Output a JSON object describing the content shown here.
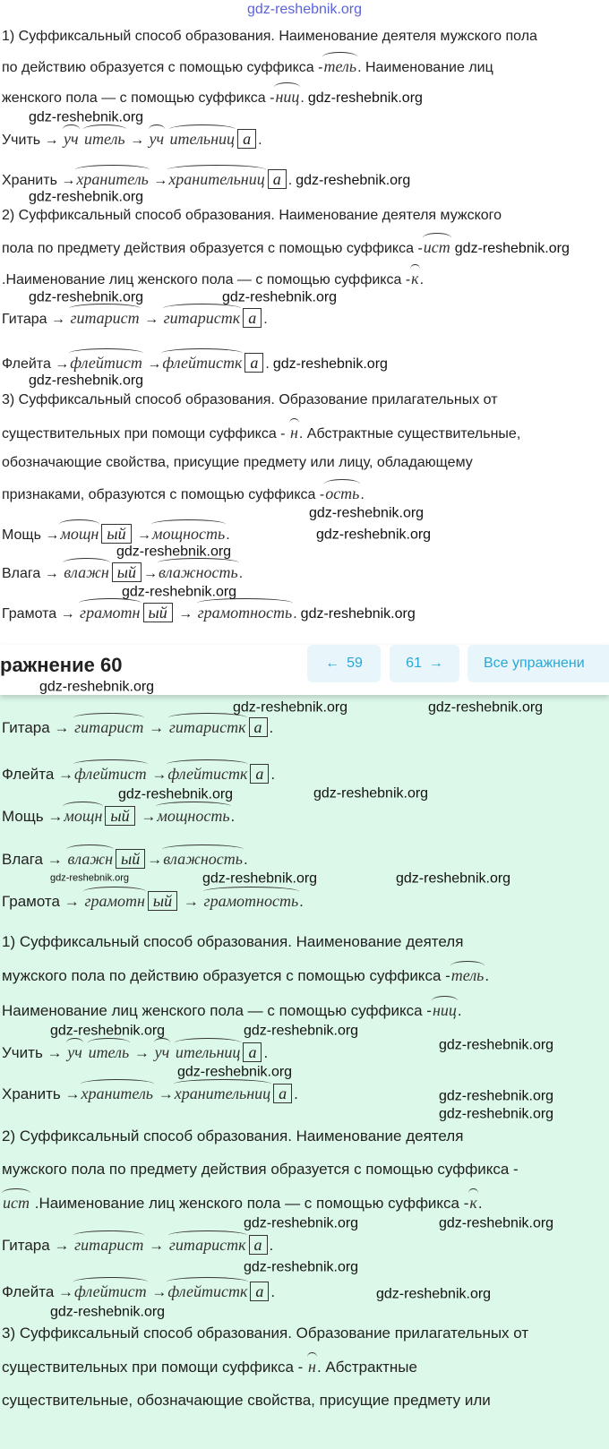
{
  "watermark": "gdz-reshebnik.org",
  "header": {
    "title": "ражнение 60",
    "prev": {
      "icon": "arrow-left-icon",
      "glyph": "←",
      "label": "59"
    },
    "next": {
      "icon": "arrow-right-icon",
      "glyph": "→",
      "label": "61"
    },
    "all_label": "Все упражнени"
  },
  "colors": {
    "accent": "#2aa7d8",
    "button_bg": "#e8f6fb",
    "green_bg": "#dcf8e9",
    "logo": "#5b63d8"
  },
  "top": {
    "lines": [
      [
        {
          "t": "1) Суффиксальный способ образования. Наименование деятеля мужского пола"
        }
      ],
      [
        {
          "t": "по действию образуется с помощью суффикса -"
        },
        {
          "s": "тель"
        },
        {
          "t": ". Наименование лиц"
        }
      ],
      [
        {
          "t": "женского пола — с помощью суффикса -"
        },
        {
          "s": "ниц"
        },
        {
          "t": "."
        }
      ],
      [
        {
          "t": "Учить → "
        },
        {
          "s": "уч"
        },
        {
          "t": " "
        },
        {
          "s": "итель"
        },
        {
          "t": " → "
        },
        {
          "s": "уч"
        },
        {
          "t": " "
        },
        {
          "s": "ительниц"
        },
        {
          "b": "а"
        },
        {
          "t": "."
        }
      ],
      [
        {
          "t": "Хранить →"
        },
        {
          "s": "хранитель"
        },
        {
          "t": " →"
        },
        {
          "s": "хранительниц"
        },
        {
          "b": "а"
        },
        {
          "t": "."
        }
      ],
      [
        {
          "t": "2) Суффиксальный способ образования. Наименование деятеля мужского"
        }
      ],
      [
        {
          "t": "пола по предмету действия образуется с помощью суффикса -"
        },
        {
          "s": "ист"
        }
      ],
      [
        {
          "t": ".Наименование лиц женского пола — с помощью суффикса -"
        },
        {
          "s": "к"
        },
        {
          "t": "."
        }
      ],
      [
        {
          "t": "Гитара → "
        },
        {
          "s": "гитарист"
        },
        {
          "t": " → "
        },
        {
          "s": "гитаристк"
        },
        {
          "b": "а"
        },
        {
          "t": "."
        }
      ],
      [
        {
          "t": "Флейта →"
        },
        {
          "s": "флейтист"
        },
        {
          "t": " →"
        },
        {
          "s": "флейтистк"
        },
        {
          "b": "а"
        },
        {
          "t": "."
        }
      ],
      [
        {
          "t": "3) Суффиксальный способ образования. Образование прилагательных от"
        }
      ],
      [
        {
          "t": "существительных при помощи суффикса - "
        },
        {
          "s": "н"
        },
        {
          "t": ". Абстрактные существительные,"
        }
      ],
      [
        {
          "t": "обозначающие свойства, присущие предмету или лицу, обладающему"
        }
      ],
      [
        {
          "t": "признаками, образуются с помощью суффикса -"
        },
        {
          "s": "ость"
        },
        {
          "t": "."
        }
      ],
      [
        {
          "t": "Мощь →"
        },
        {
          "s": "мощн"
        },
        {
          "b": "ый"
        },
        {
          "t": " →"
        },
        {
          "s": "мощность"
        },
        {
          "t": "."
        }
      ],
      [
        {
          "t": "Влага → "
        },
        {
          "s": "влажн"
        },
        {
          "b": "ый"
        },
        {
          "t": "→"
        },
        {
          "s": "влажность"
        },
        {
          "t": "."
        }
      ],
      [
        {
          "t": "Грамота → "
        },
        {
          "s": "грамотн"
        },
        {
          "b": "ый"
        },
        {
          "t": " → "
        },
        {
          "s": "грамотность"
        },
        {
          "t": "."
        }
      ]
    ]
  },
  "bottom": {
    "lines": [
      [
        {
          "t": "Гитара → "
        },
        {
          "s": "гитарист"
        },
        {
          "t": " → "
        },
        {
          "s": "гитаристк"
        },
        {
          "b": "а"
        },
        {
          "t": "."
        }
      ],
      [
        {
          "t": "Флейта →"
        },
        {
          "s": "флейтист"
        },
        {
          "t": " →"
        },
        {
          "s": "флейтистк"
        },
        {
          "b": "а"
        },
        {
          "t": "."
        }
      ],
      [
        {
          "t": "Мощь →"
        },
        {
          "s": "мощн"
        },
        {
          "b": "ый"
        },
        {
          "t": " →"
        },
        {
          "s": "мощность"
        },
        {
          "t": "."
        }
      ],
      [
        {
          "t": "Влага → "
        },
        {
          "s": "влажн"
        },
        {
          "b": "ый"
        },
        {
          "t": "→"
        },
        {
          "s": "влажность"
        },
        {
          "t": "."
        }
      ],
      [
        {
          "t": "Грамота → "
        },
        {
          "s": "грамотн"
        },
        {
          "b": "ый"
        },
        {
          "t": " → "
        },
        {
          "s": "грамотность"
        },
        {
          "t": "."
        }
      ],
      [
        {
          "t": "1) Суффиксальный способ образования. Наименование деятеля"
        }
      ],
      [
        {
          "t": "мужского пола по действию образуется с помощью суффикса -"
        },
        {
          "s": "тель"
        },
        {
          "t": "."
        }
      ],
      [
        {
          "t": "Наименование лиц женского пола — с помощью суффикса -"
        },
        {
          "s": "ниц"
        },
        {
          "t": "."
        }
      ],
      [
        {
          "t": "Учить → "
        },
        {
          "s": "уч"
        },
        {
          "t": " "
        },
        {
          "s": "итель"
        },
        {
          "t": " → "
        },
        {
          "s": "уч"
        },
        {
          "t": " "
        },
        {
          "s": "ительниц"
        },
        {
          "b": "а"
        },
        {
          "t": "."
        }
      ],
      [
        {
          "t": "Хранить →"
        },
        {
          "s": "хранитель"
        },
        {
          "t": " →"
        },
        {
          "s": "хранительниц"
        },
        {
          "b": "а"
        },
        {
          "t": "."
        }
      ],
      [
        {
          "t": "2) Суффиксальный способ образования. Наименование деятеля"
        }
      ],
      [
        {
          "t": "мужского пола по предмету действия образуется с помощью суффикса -"
        }
      ],
      [
        {
          "s": "ист"
        },
        {
          "t": " .Наименование лиц женского пола — с помощью суффикса -"
        },
        {
          "s": "к"
        },
        {
          "t": "."
        }
      ],
      [
        {
          "t": "Гитара → "
        },
        {
          "s": "гитарист"
        },
        {
          "t": " → "
        },
        {
          "s": "гитаристк"
        },
        {
          "b": "а"
        },
        {
          "t": "."
        }
      ],
      [
        {
          "t": "Флейта →"
        },
        {
          "s": "флейтист"
        },
        {
          "t": " →"
        },
        {
          "s": "флейтистк"
        },
        {
          "b": "а"
        },
        {
          "t": "."
        }
      ],
      [
        {
          "t": "3) Суффиксальный способ образования. Образование прилагательных от"
        }
      ],
      [
        {
          "t": "существительных при помощи суффикса - "
        },
        {
          "s": "н"
        },
        {
          "t": ". Абстрактные"
        }
      ],
      [
        {
          "t": "существительные, обозначающие свойства, присущие предмету или"
        }
      ]
    ]
  }
}
